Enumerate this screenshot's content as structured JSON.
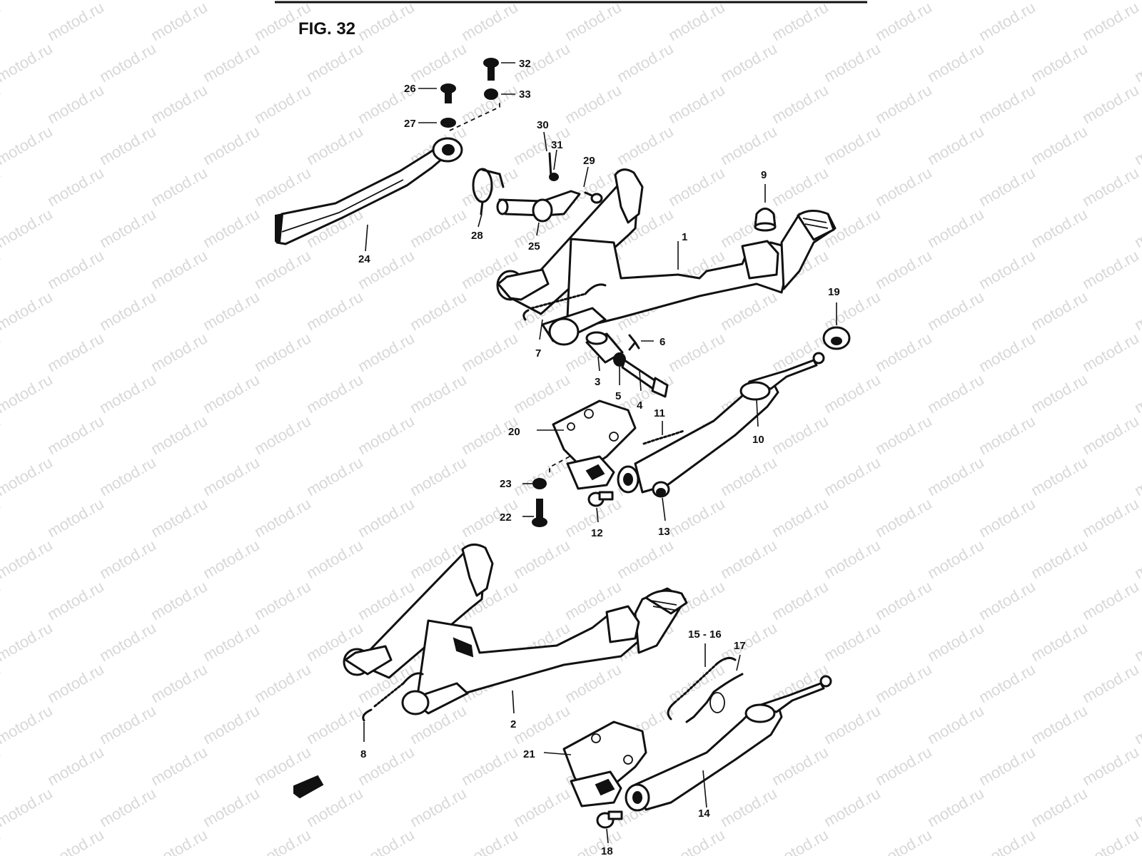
{
  "figure": {
    "title": "FIG. 32"
  },
  "watermark": {
    "text": "motod.ru",
    "color": "#d8d8d8"
  },
  "callouts": {
    "c1": "1",
    "c2": "2",
    "c3": "3",
    "c4": "4",
    "c5": "5",
    "c6": "6",
    "c7": "7",
    "c8": "8",
    "c9": "9",
    "c10": "10",
    "c11": "11",
    "c12": "12",
    "c13": "13",
    "c14": "14",
    "c15_16": "15 - 16",
    "c17": "17",
    "c18": "18",
    "c19": "19",
    "c20": "20",
    "c21": "21",
    "c22": "22",
    "c23": "23",
    "c24": "24",
    "c25": "25",
    "c26": "26",
    "c27": "27",
    "c28": "28",
    "c29": "29",
    "c30": "30",
    "c31": "31",
    "c32": "32",
    "c33": "33"
  }
}
